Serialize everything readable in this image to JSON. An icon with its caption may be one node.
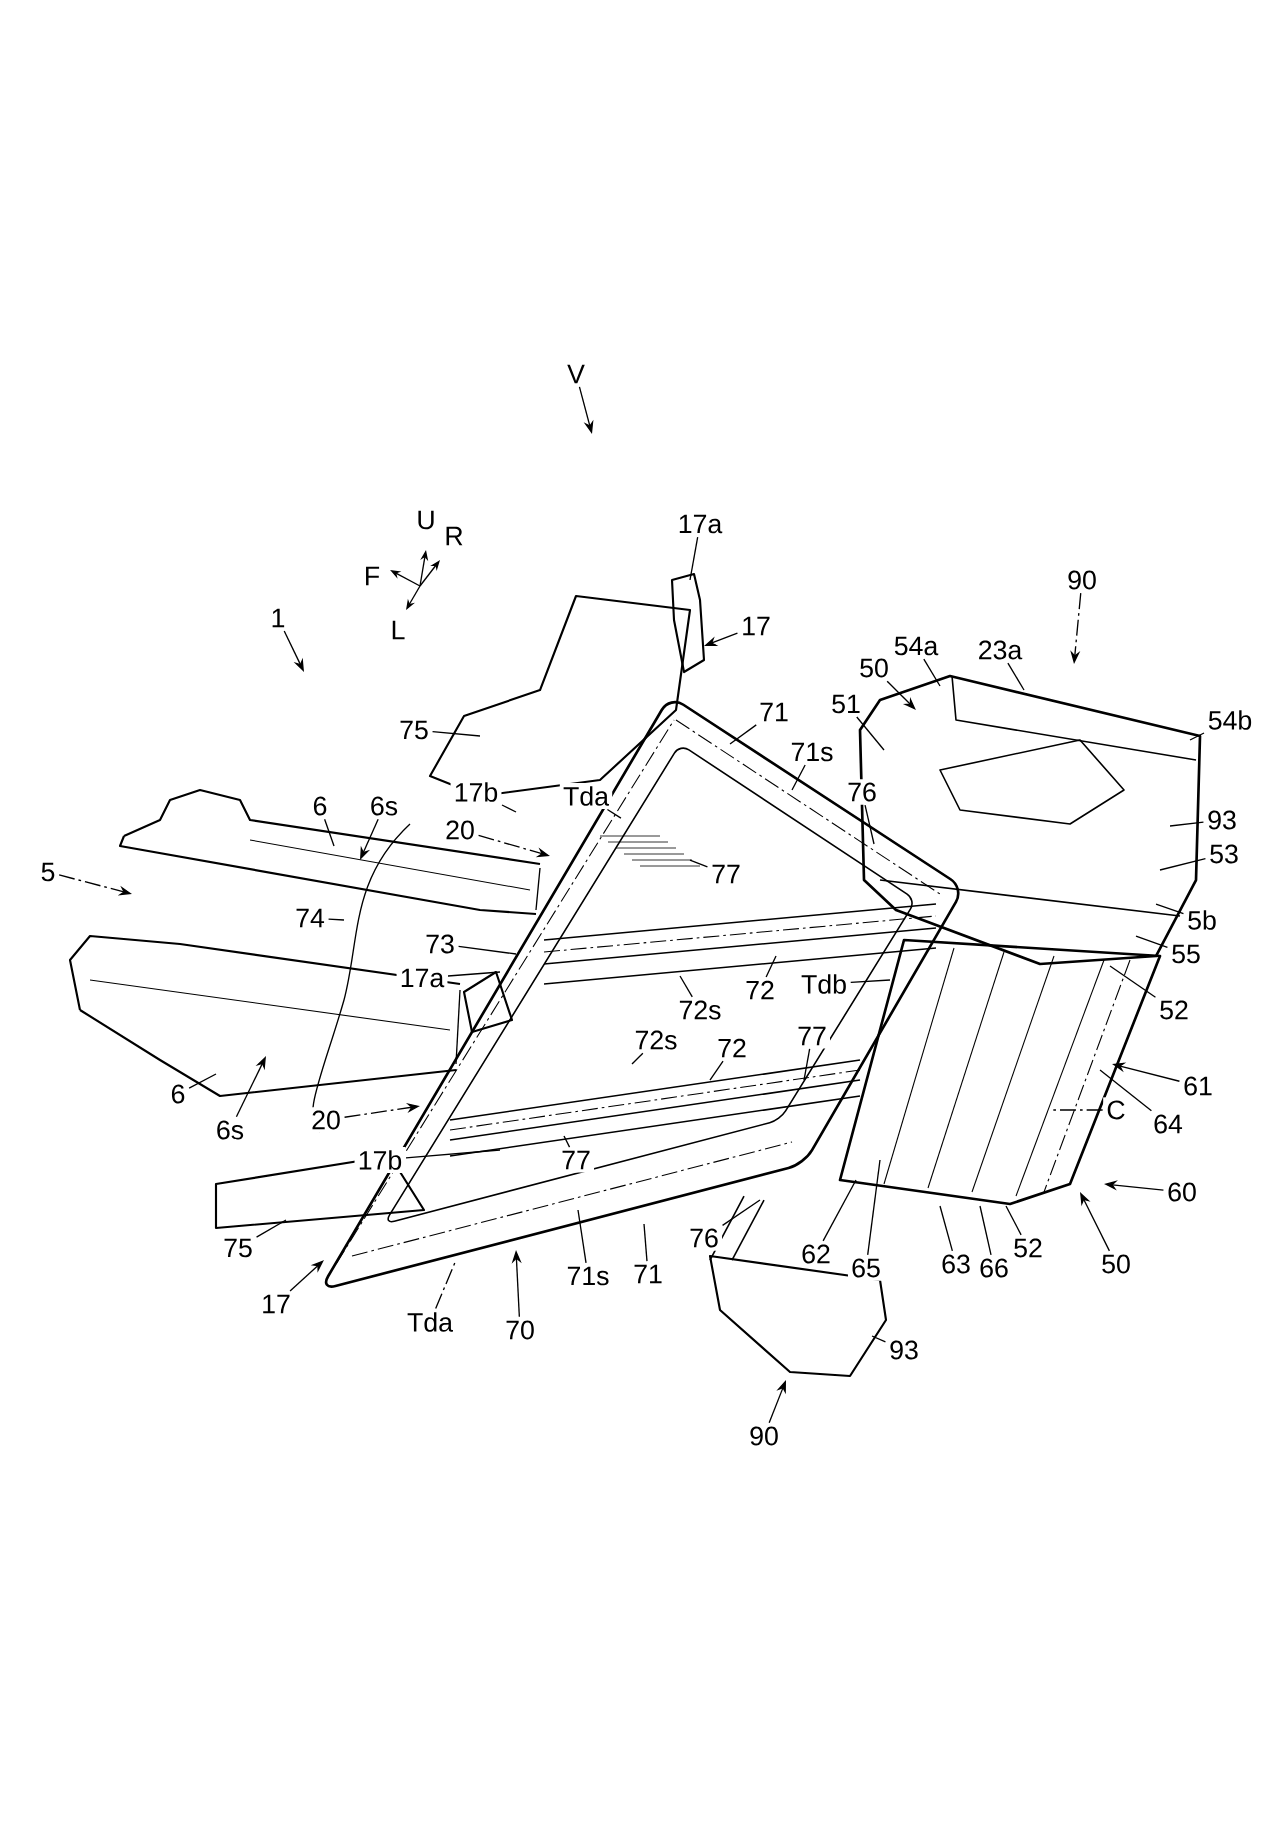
{
  "diagram": {
    "nodes": [
      {
        "text": [
          "V"
        ]
      },
      {
        "text": [
          "1"
        ]
      },
      {
        "text": [
          "17a"
        ]
      },
      {
        "text": [
          "17"
        ]
      },
      {
        "text": [
          "90"
        ]
      },
      {
        "text": [
          "50"
        ]
      },
      {
        "text": [
          "54a"
        ]
      },
      {
        "text": [
          "23a"
        ]
      },
      {
        "text": [
          "51"
        ]
      },
      {
        "text": [
          "54b"
        ]
      },
      {
        "text": [
          "71"
        ]
      },
      {
        "text": [
          "71s"
        ]
      },
      {
        "text": [
          "75"
        ]
      },
      {
        "text": [
          "17b"
        ]
      },
      {
        "text": [
          "Tda"
        ]
      },
      {
        "text": [
          "6"
        ]
      },
      {
        "text": [
          "6s"
        ]
      },
      {
        "text": [
          "76"
        ]
      },
      {
        "text": [
          "93"
        ]
      },
      {
        "text": [
          "53"
        ]
      },
      {
        "text": [
          "20"
        ]
      },
      {
        "text": [
          "77"
        ]
      },
      {
        "text": [
          "5"
        ]
      },
      {
        "text": [
          "74"
        ]
      },
      {
        "text": [
          "5b"
        ]
      },
      {
        "text": [
          "73"
        ]
      },
      {
        "text": [
          "55"
        ]
      },
      {
        "text": [
          "17a"
        ]
      },
      {
        "text": [
          "Tdb"
        ]
      },
      {
        "text": [
          "72"
        ]
      },
      {
        "text": [
          "52"
        ]
      },
      {
        "text": [
          "72s"
        ]
      },
      {
        "text": [
          "72s"
        ]
      },
      {
        "text": [
          "72"
        ]
      },
      {
        "text": [
          "77"
        ]
      },
      {
        "text": [
          "61"
        ]
      },
      {
        "text": [
          "64"
        ]
      },
      {
        "text": [
          "C"
        ]
      },
      {
        "text": [
          "6"
        ]
      },
      {
        "text": [
          "20"
        ]
      },
      {
        "text": [
          "6s"
        ]
      },
      {
        "text": [
          "17b"
        ]
      },
      {
        "text": [
          "77"
        ]
      },
      {
        "text": [
          "60"
        ]
      },
      {
        "text": [
          "50"
        ]
      },
      {
        "text": [
          "76"
        ]
      },
      {
        "text": [
          "62"
        ]
      },
      {
        "text": [
          "52"
        ]
      },
      {
        "text": [
          "75"
        ]
      },
      {
        "text": [
          "71s"
        ]
      },
      {
        "text": [
          "71"
        ]
      },
      {
        "text": [
          "65"
        ]
      },
      {
        "text": [
          "63"
        ]
      },
      {
        "text": [
          "66"
        ]
      },
      {
        "text": [
          "17"
        ]
      },
      {
        "text": [
          "Tda"
        ]
      },
      {
        "text": [
          "70"
        ]
      },
      {
        "text": [
          "93"
        ]
      },
      {
        "text": [
          "90"
        ]
      }
    ],
    "edges": [
      {
        "from": 0,
        "to": null,
        "arrow": "to"
      },
      {
        "from": 1,
        "to": null,
        "arrow": "to"
      },
      {
        "from": 2,
        "to": null,
        "arrow": "none"
      },
      {
        "from": 3,
        "to": null,
        "arrow": "to"
      },
      {
        "from": 4,
        "to": null,
        "arrow": "to",
        "style": "dashed"
      },
      {
        "from": 5,
        "to": null,
        "arrow": "to"
      },
      {
        "from": 6,
        "to": null,
        "arrow": "none"
      },
      {
        "from": 7,
        "to": null,
        "arrow": "none"
      },
      {
        "from": 8,
        "to": null,
        "arrow": "none"
      },
      {
        "from": 9,
        "to": null,
        "arrow": "none"
      },
      {
        "from": 10,
        "to": null,
        "arrow": "none"
      },
      {
        "from": 11,
        "to": null,
        "arrow": "none"
      },
      {
        "from": 12,
        "to": null,
        "arrow": "none"
      },
      {
        "from": 13,
        "to": null,
        "arrow": "none"
      },
      {
        "from": 14,
        "to": null,
        "arrow": "none",
        "style": "dashed"
      },
      {
        "from": 15,
        "to": null,
        "arrow": "none"
      },
      {
        "from": 16,
        "to": null,
        "arrow": "to"
      },
      {
        "from": 17,
        "to": null,
        "arrow": "none"
      },
      {
        "from": 18,
        "to": null,
        "arrow": "none"
      },
      {
        "from": 19,
        "to": null,
        "arrow": "none"
      },
      {
        "from": 20,
        "to": null,
        "arrow": "to",
        "style": "dashed"
      },
      {
        "from": 21,
        "to": null,
        "arrow": "none"
      },
      {
        "from": 22,
        "to": null,
        "arrow": "to",
        "style": "dashed"
      },
      {
        "from": 23,
        "to": null,
        "arrow": "none"
      },
      {
        "from": 24,
        "to": null,
        "arrow": "none"
      },
      {
        "from": 25,
        "to": null,
        "arrow": "none"
      },
      {
        "from": 26,
        "to": null,
        "arrow": "none"
      },
      {
        "from": 27,
        "to": null,
        "arrow": "none"
      },
      {
        "from": 28,
        "to": null,
        "arrow": "none"
      },
      {
        "from": 29,
        "to": null,
        "arrow": "none"
      },
      {
        "from": 30,
        "to": null,
        "arrow": "none"
      },
      {
        "from": 31,
        "to": null,
        "arrow": "none"
      },
      {
        "from": 32,
        "to": null,
        "arrow": "none"
      },
      {
        "from": 33,
        "to": null,
        "arrow": "none"
      },
      {
        "from": 34,
        "to": null,
        "arrow": "none"
      },
      {
        "from": 35,
        "to": null,
        "arrow": "to"
      },
      {
        "from": 36,
        "to": null,
        "arrow": "none"
      },
      {
        "from": 37,
        "to": null,
        "arrow": "none",
        "style": "dashed"
      },
      {
        "from": 38,
        "to": null,
        "arrow": "none"
      },
      {
        "from": 39,
        "to": null,
        "arrow": "to",
        "style": "dashed"
      },
      {
        "from": 40,
        "to": null,
        "arrow": "to"
      },
      {
        "from": 41,
        "to": null,
        "arrow": "none"
      },
      {
        "from": 42,
        "to": null,
        "arrow": "none"
      },
      {
        "from": 43,
        "to": null,
        "arrow": "to"
      },
      {
        "from": 44,
        "to": null,
        "arrow": "to"
      },
      {
        "from": 45,
        "to": null,
        "arrow": "none"
      },
      {
        "from": 46,
        "to": null,
        "arrow": "none"
      },
      {
        "from": 47,
        "to": null,
        "arrow": "none"
      },
      {
        "from": 48,
        "to": null,
        "arrow": "none"
      },
      {
        "from": 49,
        "to": null,
        "arrow": "none"
      },
      {
        "from": 50,
        "to": null,
        "arrow": "none"
      },
      {
        "from": 51,
        "to": null,
        "arrow": "none"
      },
      {
        "from": 52,
        "to": null,
        "arrow": "none"
      },
      {
        "from": 53,
        "to": null,
        "arrow": "none"
      },
      {
        "from": 54,
        "to": null,
        "arrow": "to"
      },
      {
        "from": 55,
        "to": null,
        "arrow": "none",
        "style": "dashed"
      },
      {
        "from": 56,
        "to": null,
        "arrow": "to"
      },
      {
        "from": 57,
        "to": null,
        "arrow": "none"
      },
      {
        "from": 58,
        "to": null,
        "arrow": "to"
      }
    ],
    "labels": [
      "U",
      "R",
      "F",
      "L"
    ]
  }
}
